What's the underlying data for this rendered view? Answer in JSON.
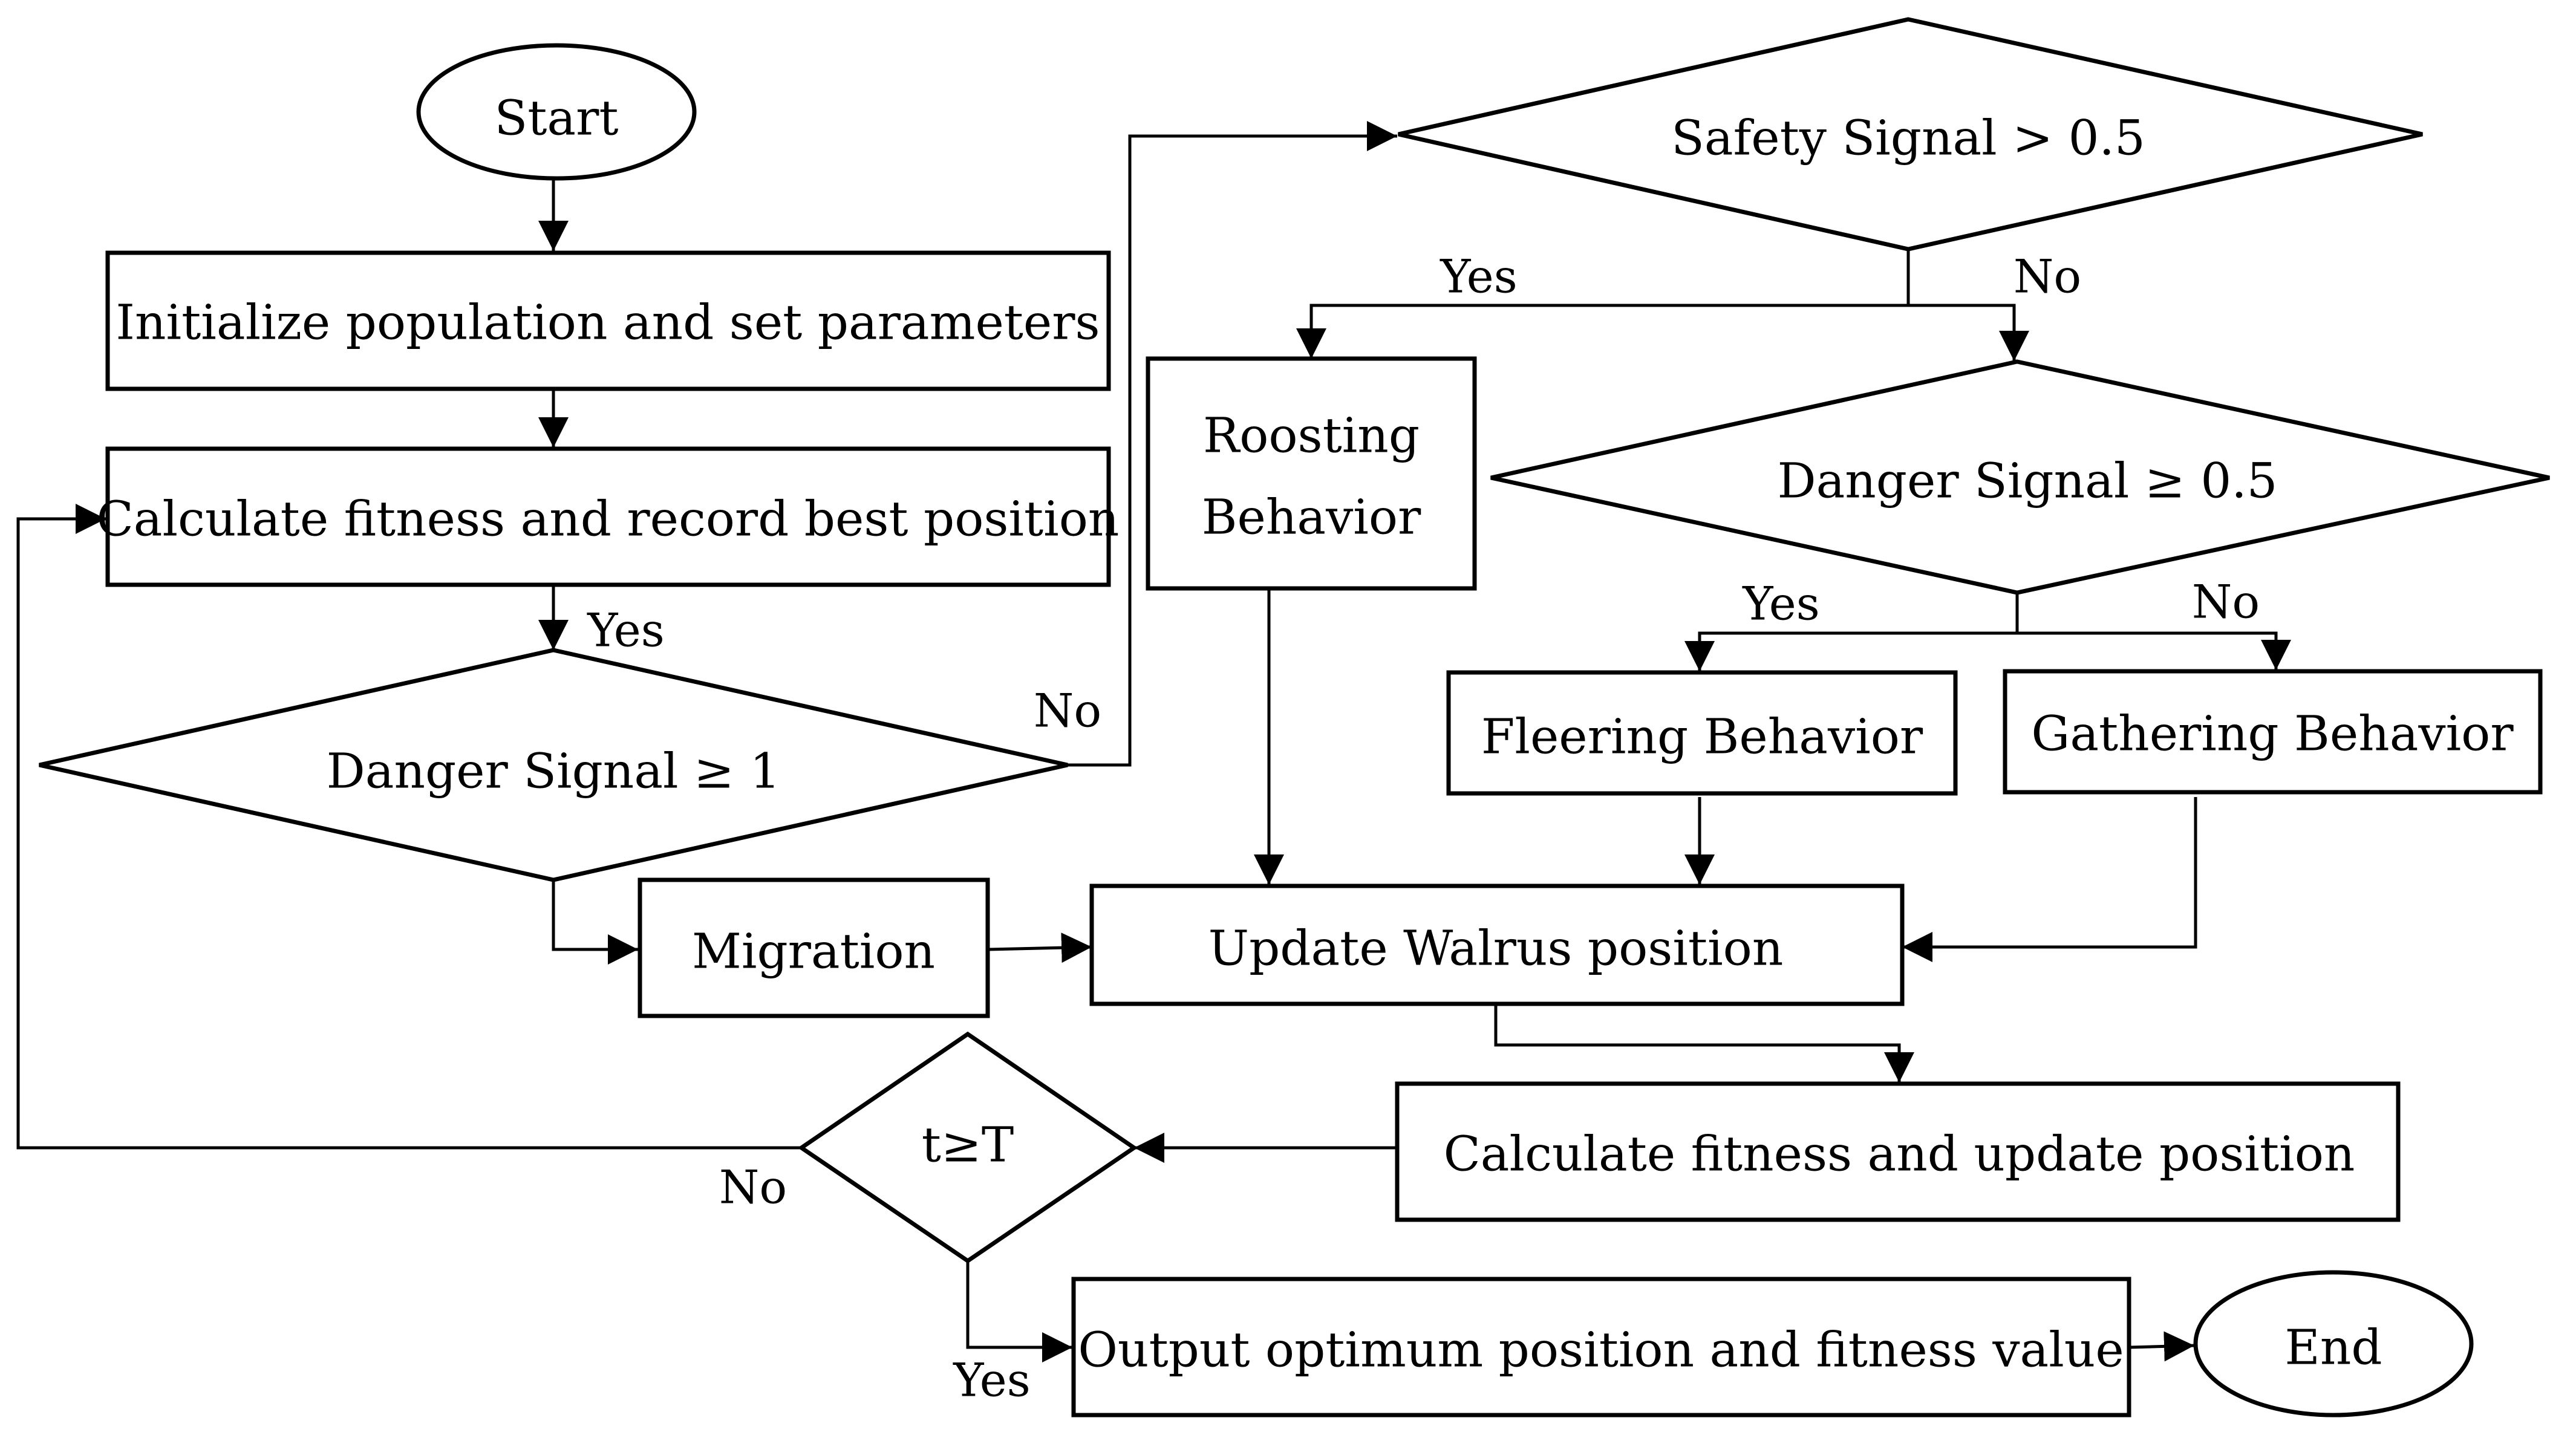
{
  "nodes": {
    "start": "Start",
    "init": "Initialize population and set parameters",
    "calc_fitness": "Calculate fitness and record best position",
    "danger_ge_1": "Danger Signal  ≥  1",
    "safety_gt_05": "Safety Signal > 0.5",
    "roosting_line1": "Roosting",
    "roosting_line2": "Behavior",
    "danger_ge_05": "Danger Signal ≥ 0.5",
    "fleering": "Fleering Behavior",
    "gathering": "Gathering Behavior",
    "migration": "Migration",
    "update": "Update Walrus position",
    "calc_update": "Calculate fitness and update position",
    "t_ge_T": "t≥T",
    "output": "Output optimum position and fitness value",
    "end": "End"
  },
  "edge_labels": {
    "d1_yes": "Yes",
    "d1_no": "No",
    "safety_yes": "Yes",
    "safety_no": "No",
    "d05_yes": "Yes",
    "d05_no": "No",
    "t_no": "No",
    "t_yes": "Yes"
  }
}
